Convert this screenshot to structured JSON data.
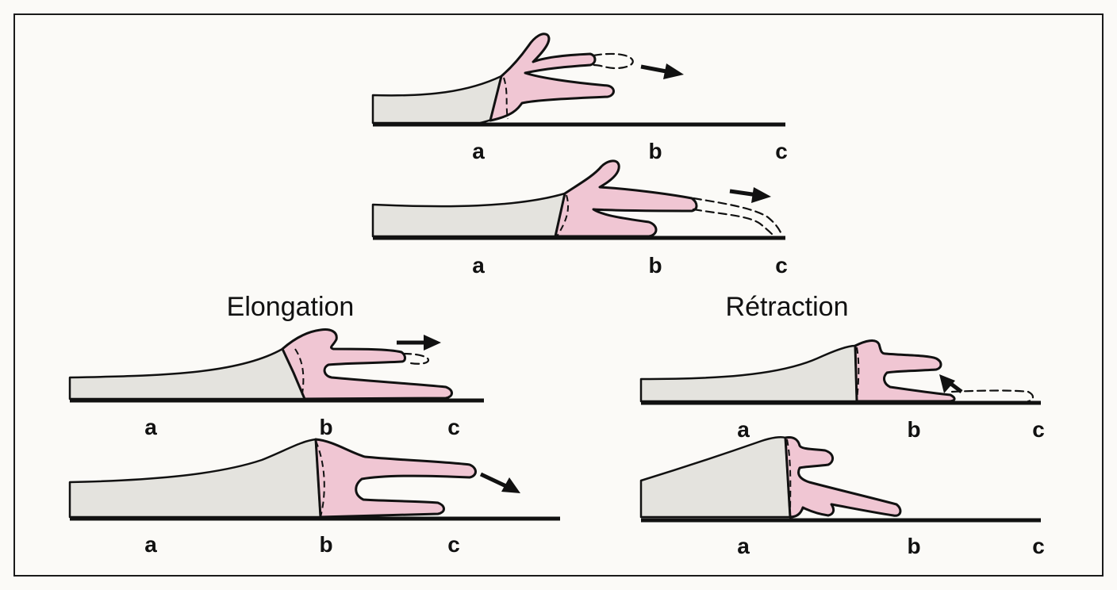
{
  "sections": {
    "elongation": "Elongation",
    "retraction": "Rétraction"
  },
  "panels": [
    {
      "id": "top-1",
      "labels": [
        "a",
        "b",
        "c"
      ]
    },
    {
      "id": "top-2",
      "labels": [
        "a",
        "b",
        "c"
      ]
    },
    {
      "id": "elong-1",
      "labels": [
        "a",
        "b",
        "c"
      ]
    },
    {
      "id": "elong-2",
      "labels": [
        "a",
        "b",
        "c"
      ]
    },
    {
      "id": "retr-1",
      "labels": [
        "a",
        "b",
        "c"
      ]
    },
    {
      "id": "retr-2",
      "labels": [
        "a",
        "b",
        "c"
      ]
    }
  ],
  "colors": {
    "growth_cone": "#f0c6d3",
    "axon": "#e4e3de",
    "outline": "#111111"
  }
}
